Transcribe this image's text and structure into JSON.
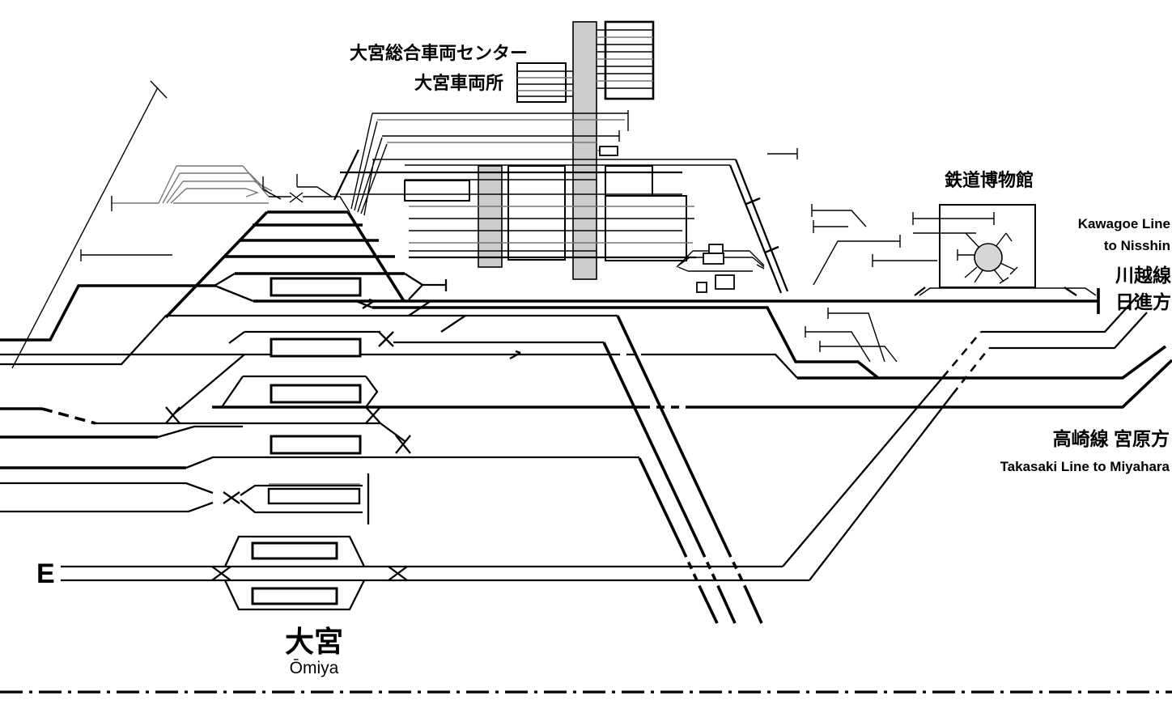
{
  "title": "Omiya Station track layout diagram",
  "colors": {
    "background": "#ffffff",
    "track_line": "#000000",
    "gray_track": "#777777",
    "building_fill": "#cccccc",
    "turntable_fill": "#d6d6d6"
  },
  "labels": {
    "depot_name_line1": "大宮総合車両センター",
    "depot_name_line2": "大宮車両所",
    "museum": "鉄道博物館",
    "kawagoe_line_en_1": "Kawagoe Line",
    "kawagoe_line_en_2": "to Nisshin",
    "kawagoe_line_jp": "川越線",
    "kawagoe_dir_jp": "日進方",
    "takasaki_jp": "高崎線 宮原方",
    "takasaki_en": "Takasaki Line to Miyahara",
    "station_jp": "大宮",
    "station_en": "Ōmiya",
    "track_e": "E"
  }
}
